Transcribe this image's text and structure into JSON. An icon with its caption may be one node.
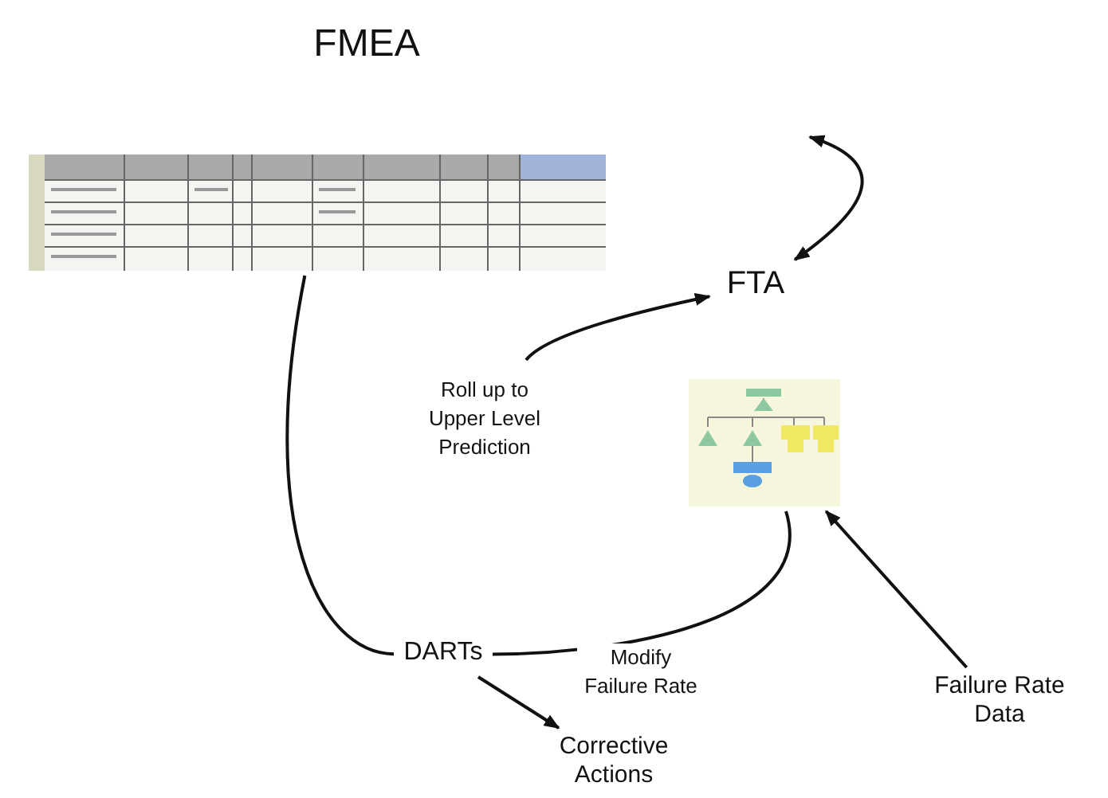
{
  "diagram": {
    "title": "FMEA",
    "nodes": [
      {
        "text": [],
        "shape": "picture"
      },
      {
        "text": [
          "FTA"
        ]
      },
      {
        "text": [],
        "shape": "picture"
      },
      {
        "text": [
          "DARTs"
        ]
      },
      {
        "text": [
          "Failure Rate Data"
        ]
      },
      {
        "text": [
          "Corrective Actions"
        ]
      }
    ],
    "edges": [
      {
        "from": 0,
        "to": 3,
        "arrow": "none"
      },
      {
        "from": null,
        "to": 1,
        "arrow": "both"
      },
      {
        "from": null,
        "to": 1,
        "arrow": "to",
        "label": "Roll up to Upper Level Prediction"
      },
      {
        "from": 3,
        "to": 2,
        "arrow": "none",
        "label": "Modify Failure Rate"
      },
      {
        "from": 4,
        "to": 2,
        "arrow": "to"
      },
      {
        "from": 3,
        "to": 5,
        "arrow": "to"
      }
    ]
  }
}
